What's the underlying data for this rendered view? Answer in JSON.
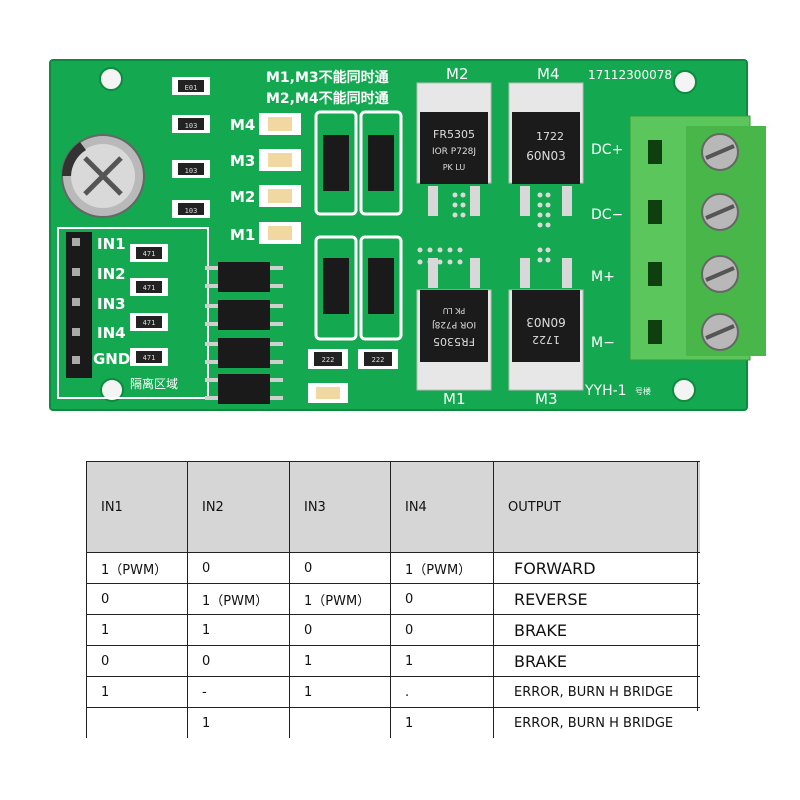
{
  "board": {
    "warning_line1": "M1,M3不能同时通",
    "warning_line2": "M2,M4不能同时通",
    "serial": "17112300078",
    "model": "YYH-1",
    "model_suffix": "号楼",
    "isolation_label": "隔离区域",
    "mosfets": [
      {
        "name": "M2",
        "chip_line1": "FR5305",
        "chip_line2": "IOR P728J",
        "chip_line3": "PK   LU"
      },
      {
        "name": "M4",
        "chip_line1": "1722",
        "chip_line2": "60N03",
        "chip_line3": ""
      },
      {
        "name": "M1",
        "chip_line1": "FR5305",
        "chip_line2": "IOR P728J",
        "chip_line3": "PK   LU"
      },
      {
        "name": "M3",
        "chip_line1": "1722",
        "chip_line2": "60N03",
        "chip_line3": ""
      }
    ],
    "led_labels": [
      "M4",
      "M3",
      "M2",
      "M1"
    ],
    "pin_labels": [
      "IN1",
      "IN2",
      "IN3",
      "IN4",
      "GND"
    ],
    "terminal_labels": [
      "DC+",
      "DC−",
      "M+",
      "M−"
    ],
    "resistor_codes": [
      "E01",
      "103",
      "103",
      "103",
      "471",
      "471",
      "471",
      "471",
      "222",
      "222"
    ],
    "colors": {
      "pcb": "#14a850",
      "pcb_dark": "#0f8f43",
      "terminal": "#5bc65b",
      "silk": "#ffffff",
      "ic": "#1a1a1a"
    }
  },
  "table": {
    "headers": [
      "IN1",
      "IN2",
      "IN3",
      "IN4",
      "OUTPUT"
    ],
    "rows": [
      [
        "1（PWM）",
        "0",
        "0",
        "1（PWM）",
        "FORWARD"
      ],
      [
        "0",
        "1（PWM）",
        "1（PWM）",
        "0",
        "REVERSE"
      ],
      [
        "1",
        "1",
        "0",
        "0",
        "BRAKE"
      ],
      [
        "0",
        "0",
        "1",
        "1",
        "BRAKE"
      ],
      [
        "1",
        "-",
        "1",
        ".",
        "ERROR, BURN H BRIDGE"
      ],
      [
        "",
        "1",
        "",
        "1",
        "ERROR, BURN H BRIDGE"
      ]
    ]
  }
}
